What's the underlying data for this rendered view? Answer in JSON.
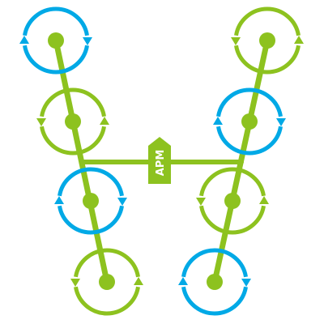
{
  "colors": {
    "green": "#8dc21f",
    "blue": "#00a9e6",
    "background": "#ffffff",
    "label_text": "#ffffff"
  },
  "controller": {
    "label": "APM"
  },
  "motors": [
    {
      "id": "left-1",
      "color": "blue",
      "direction": "cw"
    },
    {
      "id": "left-2",
      "color": "green",
      "direction": "ccw"
    },
    {
      "id": "left-3",
      "color": "blue",
      "direction": "cw"
    },
    {
      "id": "left-4",
      "color": "green",
      "direction": "ccw"
    },
    {
      "id": "right-1",
      "color": "green",
      "direction": "ccw"
    },
    {
      "id": "right-2",
      "color": "blue",
      "direction": "cw"
    },
    {
      "id": "right-3",
      "color": "green",
      "direction": "ccw"
    },
    {
      "id": "right-4",
      "color": "blue",
      "direction": "cw"
    }
  ]
}
